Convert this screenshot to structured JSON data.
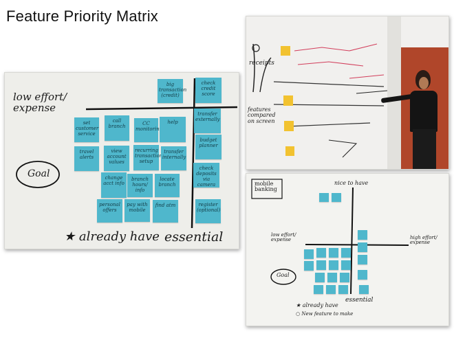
{
  "slide": {
    "title": "Feature Priority Matrix"
  },
  "photo1": {
    "labels": {
      "low_effort": "low effort/ expense",
      "goal": "Goal",
      "already_have": "★ already have",
      "essential": "essential"
    },
    "notes": [
      "big transaction (credit)",
      "check credit score",
      "set customer service",
      "call branch",
      "CC monitoring",
      "help",
      "transfer externally",
      "travel alerts",
      "view account values",
      "recurring transaction setup",
      "transfer internally",
      "budget planner",
      "change acct info",
      "branch hours/ info",
      "locate branch",
      "check deposits via camera",
      "personal offers",
      "pay with mobile",
      "find atm",
      "register (optional)"
    ]
  },
  "photo2": {
    "wall_text": {
      "receipts": "receipts",
      "features": "features compared on screen"
    }
  },
  "photo3": {
    "labels": {
      "mobile_banking": "mobile banking",
      "nice_to_have": "nice to have",
      "low_effort": "low effort/ expense",
      "high_effort": "high effort/ expense",
      "goal": "Goal",
      "essential": "essential",
      "already_have": "★ already have",
      "new_feature": "○ New feature to make"
    }
  }
}
